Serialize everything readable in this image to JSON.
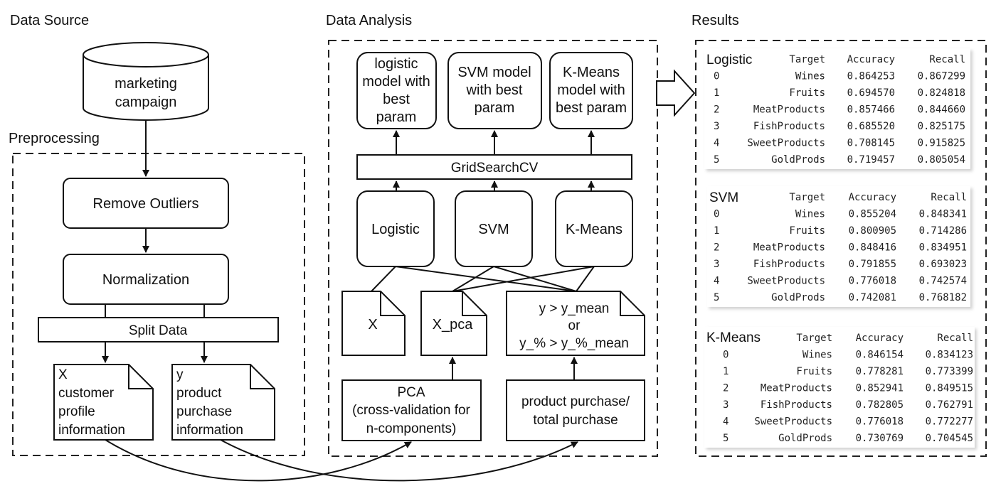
{
  "sections": {
    "data_source": "Data Source",
    "preprocessing": "Preprocessing",
    "data_analysis": "Data Analysis",
    "results": "Results"
  },
  "source": {
    "line1": "marketing",
    "line2": "campaign"
  },
  "preprocessing": {
    "remove_outliers": "Remove Outliers",
    "normalization": "Normalization",
    "split_data": "Split Data",
    "x_doc": [
      "X",
      "customer",
      "profile",
      "information"
    ],
    "y_doc": [
      "y",
      "product",
      "purchase",
      "information"
    ]
  },
  "analysis": {
    "best_logistic": [
      "logistic",
      "model with",
      "best",
      "param"
    ],
    "best_svm": [
      "SVM model",
      "with best",
      "param"
    ],
    "best_kmeans": [
      "K-Means",
      "model with",
      "best param"
    ],
    "gridsearch": "GridSearchCV",
    "model_logistic": "Logistic",
    "model_svm": "SVM",
    "model_kmeans": "K-Means",
    "doc_x": "X",
    "doc_xpca": "X_pca",
    "doc_y": [
      "y > y_mean",
      "or",
      "y_% > y_%_mean"
    ],
    "pca": [
      "PCA",
      "(cross-validation for",
      "n-components)"
    ],
    "purchase": [
      "product purchase/",
      "total purchase"
    ]
  },
  "results": {
    "headers": [
      "Target",
      "Accuracy",
      "Recall"
    ],
    "tables": [
      {
        "name": "Logistic",
        "rows": [
          [
            "0",
            "Wines",
            "0.864253",
            "0.867299"
          ],
          [
            "1",
            "Fruits",
            "0.694570",
            "0.824818"
          ],
          [
            "2",
            "MeatProducts",
            "0.857466",
            "0.844660"
          ],
          [
            "3",
            "FishProducts",
            "0.685520",
            "0.825175"
          ],
          [
            "4",
            "SweetProducts",
            "0.708145",
            "0.915825"
          ],
          [
            "5",
            "GoldProds",
            "0.719457",
            "0.805054"
          ]
        ]
      },
      {
        "name": "SVM",
        "rows": [
          [
            "0",
            "Wines",
            "0.855204",
            "0.848341"
          ],
          [
            "1",
            "Fruits",
            "0.800905",
            "0.714286"
          ],
          [
            "2",
            "MeatProducts",
            "0.848416",
            "0.834951"
          ],
          [
            "3",
            "FishProducts",
            "0.791855",
            "0.693023"
          ],
          [
            "4",
            "SweetProducts",
            "0.776018",
            "0.742574"
          ],
          [
            "5",
            "GoldProds",
            "0.742081",
            "0.768182"
          ]
        ]
      },
      {
        "name": "K-Means",
        "rows": [
          [
            "0",
            "Wines",
            "0.846154",
            "0.834123"
          ],
          [
            "1",
            "Fruits",
            "0.778281",
            "0.773399"
          ],
          [
            "2",
            "MeatProducts",
            "0.852941",
            "0.849515"
          ],
          [
            "3",
            "FishProducts",
            "0.782805",
            "0.762791"
          ],
          [
            "4",
            "SweetProducts",
            "0.776018",
            "0.772277"
          ],
          [
            "5",
            "GoldProds",
            "0.730769",
            "0.704545"
          ]
        ]
      }
    ]
  }
}
